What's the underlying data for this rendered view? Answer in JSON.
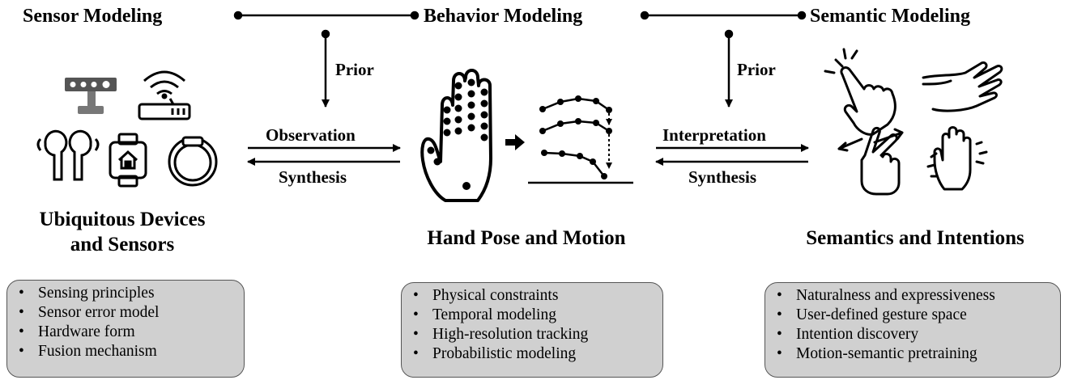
{
  "headers": {
    "sensor": "Sensor Modeling",
    "behavior": "Behavior Modeling",
    "semantic": "Semantic Modeling"
  },
  "prior_labels": [
    "Prior",
    "Prior"
  ],
  "links": {
    "left": {
      "forward": "Observation",
      "backward": "Synthesis"
    },
    "right": {
      "forward": "Interpretation",
      "backward": "Synthesis"
    }
  },
  "sections": {
    "devices": {
      "title_line1": "Ubiquitous Devices",
      "title_line2": "and Sensors",
      "items": [
        "Sensing principles",
        "Sensor error model",
        "Hardware form",
        "Fusion mechanism"
      ]
    },
    "hand": {
      "title": "Hand Pose and Motion",
      "items": [
        "Physical constraints",
        "Temporal modeling",
        "High-resolution tracking",
        "Probabilistic modeling"
      ]
    },
    "semantics": {
      "title": "Semantics and Intentions",
      "items": [
        "Naturalness and expressiveness",
        "User-defined gesture space",
        "Intention discovery",
        "Motion-semantic pretraining"
      ]
    }
  },
  "icons": {
    "devices": [
      "depth-camera-icon",
      "wifi-router-icon",
      "earbuds-icon",
      "smartwatch-icon",
      "ring-icon"
    ],
    "hand": [
      "hand-keypoints-icon",
      "right-arrow-icon",
      "motion-trajectory-icon"
    ],
    "gestures": [
      "tap-gesture-icon",
      "swipe-gesture-icon",
      "two-finger-zoom-icon",
      "wave-hand-icon"
    ]
  }
}
